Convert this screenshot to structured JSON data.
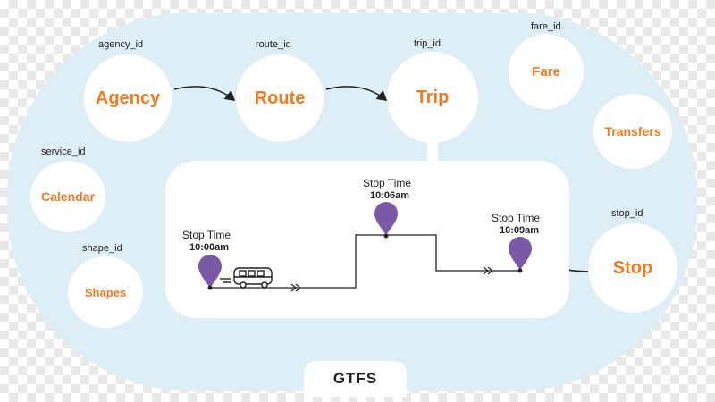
{
  "title": "GTFS",
  "nodes": {
    "agency": {
      "label": "Agency",
      "key": "agency_id"
    },
    "route": {
      "label": "Route",
      "key": "route_id"
    },
    "trip": {
      "label": "Trip",
      "key": "trip_id"
    },
    "fare": {
      "label": "Fare",
      "key": "fare_id"
    },
    "transfers": {
      "label": "Transfers"
    },
    "calendar": {
      "label": "Calendar",
      "key": "service_id"
    },
    "shapes": {
      "label": "Shapes",
      "key": "shape_id"
    },
    "stop": {
      "label": "Stop",
      "key": "stop_id"
    }
  },
  "stop_times": [
    {
      "label": "Stop Time",
      "time": "10:00am"
    },
    {
      "label": "Stop Time",
      "time": "10:06am"
    },
    {
      "label": "Stop Time",
      "time": "10:09am"
    }
  ],
  "colors": {
    "accent": "#f07b23",
    "panel": "#deeef7",
    "pin": "#7a5aa6",
    "line": "#222222"
  },
  "icons": [
    "map-pin-icon",
    "bus-icon",
    "arrow-icon"
  ]
}
